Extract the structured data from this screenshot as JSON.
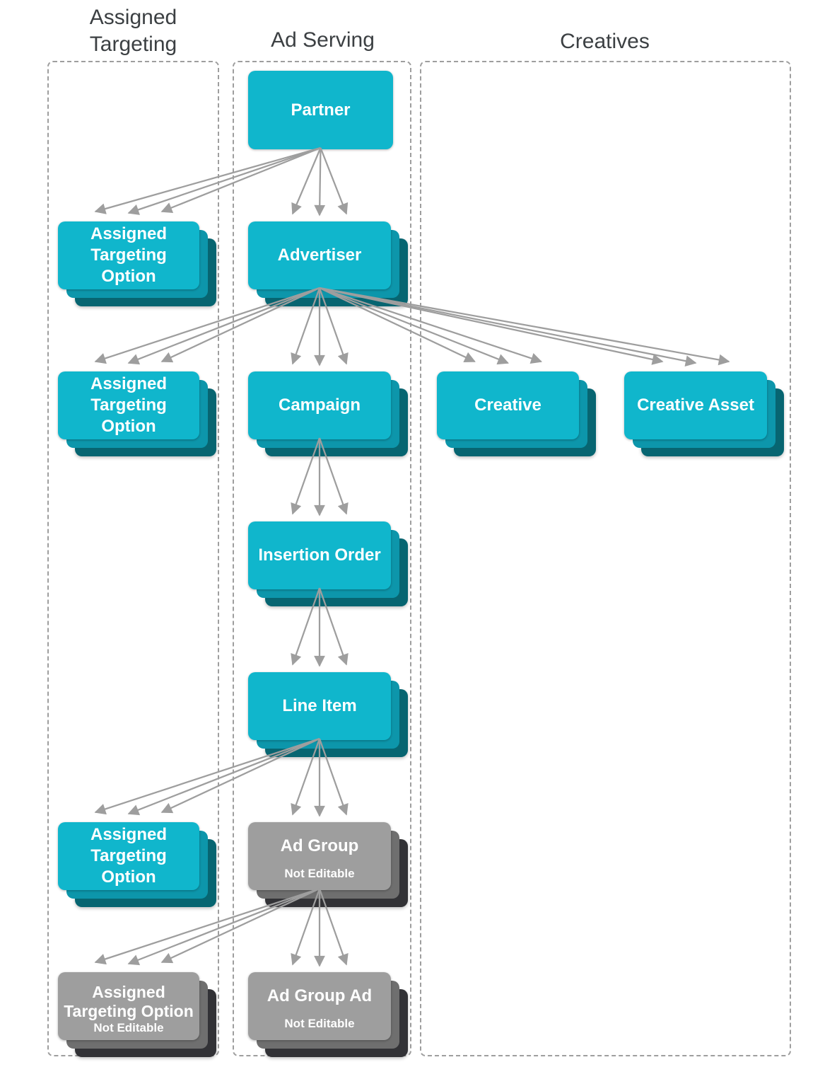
{
  "diagram": {
    "columns": [
      {
        "id": "assigned_targeting",
        "label": "Assigned Targeting"
      },
      {
        "id": "ad_serving",
        "label": "Ad Serving"
      },
      {
        "id": "creatives",
        "label": "Creatives"
      }
    ],
    "nodes": {
      "partner": {
        "label": "Partner",
        "variant": "editable"
      },
      "ato_partner": {
        "label": "Assigned Targeting Option",
        "variant": "editable"
      },
      "advertiser": {
        "label": "Advertiser",
        "variant": "editable"
      },
      "ato_advertiser": {
        "label": "Assigned Targeting Option",
        "variant": "editable"
      },
      "campaign": {
        "label": "Campaign",
        "variant": "editable"
      },
      "creative": {
        "label": "Creative",
        "variant": "editable"
      },
      "creative_asset": {
        "label": "Creative Asset",
        "variant": "editable"
      },
      "insertion_order": {
        "label": "Insertion Order",
        "variant": "editable"
      },
      "line_item": {
        "label": "Line Item",
        "variant": "editable"
      },
      "ato_line_item": {
        "label": "Assigned Targeting Option",
        "variant": "editable"
      },
      "ad_group": {
        "label": "Ad Group",
        "sublabel": "Not Editable",
        "variant": "not_editable"
      },
      "ato_ad_group": {
        "label": "Assigned Targeting Option",
        "sublabel": "Not Editable",
        "variant": "not_editable"
      },
      "ad_group_ad": {
        "label": "Ad Group Ad",
        "sublabel": "Not Editable",
        "variant": "not_editable"
      }
    },
    "edges": [
      {
        "from": "partner",
        "to": "ato_partner"
      },
      {
        "from": "partner",
        "to": "advertiser"
      },
      {
        "from": "advertiser",
        "to": "ato_advertiser"
      },
      {
        "from": "advertiser",
        "to": "campaign"
      },
      {
        "from": "advertiser",
        "to": "creative"
      },
      {
        "from": "advertiser",
        "to": "creative_asset"
      },
      {
        "from": "campaign",
        "to": "insertion_order"
      },
      {
        "from": "insertion_order",
        "to": "line_item"
      },
      {
        "from": "line_item",
        "to": "ato_line_item"
      },
      {
        "from": "line_item",
        "to": "ad_group"
      },
      {
        "from": "ad_group",
        "to": "ato_ad_group"
      },
      {
        "from": "ad_group",
        "to": "ad_group_ad"
      }
    ]
  },
  "colors": {
    "editable_front": "#10b6cc",
    "editable_layer2": "#0d96ab",
    "editable_layer3": "#076571",
    "not_editable_front": "#9e9e9e",
    "not_editable_layer2": "#6f6f6f",
    "not_editable_layer3": "#323236",
    "arrow": "#9e9e9e",
    "column_border": "#9e9e9e",
    "header_text": "#3c4043",
    "node_text": "#ffffff"
  }
}
